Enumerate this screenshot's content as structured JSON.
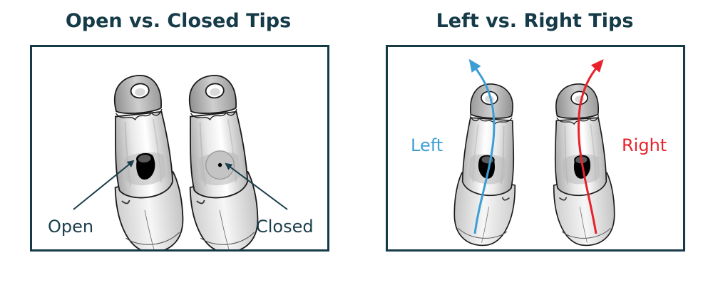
{
  "left_panel": {
    "title": "Open vs. Closed Tips",
    "label_open": "Open",
    "label_closed": "Closed"
  },
  "right_panel": {
    "title": "Left vs. Right Tips",
    "label_left": "Left",
    "label_right": "Right"
  },
  "colors": {
    "title": "#153a48",
    "frame": "#173a47",
    "leader_line": "#1c3e4c",
    "left_arrow": "#3d9ed6",
    "right_arrow": "#e8222b"
  },
  "icons": [
    "earbud-tip-open-icon",
    "earbud-tip-closed-icon",
    "earbud-tip-left-icon",
    "earbud-tip-right-icon",
    "arrow-up-icon"
  ]
}
